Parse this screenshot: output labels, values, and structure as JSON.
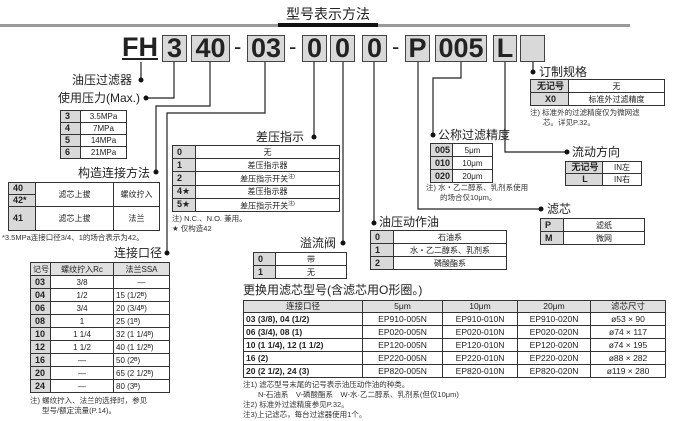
{
  "title": "型号表示方法",
  "code": {
    "prefix": "FH",
    "boxes": [
      "3",
      "40",
      "03",
      "0",
      "0",
      "0",
      "P",
      "005",
      "L",
      ""
    ],
    "dash": "-"
  },
  "labels": {
    "filter": "油压过滤器",
    "pressure": "使用压力(Max.)",
    "construction": "构造连接方法",
    "port": "连接口径",
    "diff": "差压指示",
    "relief": "溢流阀",
    "oil": "油压动作油",
    "element": "滤芯",
    "precision": "公称过滤精度",
    "flow": "流动方向",
    "custom": "订制规格"
  },
  "pressure": [
    [
      "3",
      "3.5MPa"
    ],
    [
      "4",
      "7MPa"
    ],
    [
      "5",
      "14MPa"
    ],
    [
      "6",
      "21MPa"
    ]
  ],
  "construction": {
    "rows": [
      [
        "40",
        "42*",
        "滤芯上拔",
        "螺纹拧入"
      ],
      [
        "41",
        "",
        "滤芯上拔",
        "法兰"
      ]
    ],
    "note": "*3.5MPa连接口径3/4、1的场合表示为42。"
  },
  "port": {
    "headers": [
      "记号",
      "螺纹拧入Rc",
      "法兰SSA"
    ],
    "rows": [
      [
        "03",
        "3/8",
        "—"
      ],
      [
        "04",
        "1/2",
        "15 (1/2ᴮ)"
      ],
      [
        "06",
        "3/4",
        "20 (3/4ᴮ)"
      ],
      [
        "08",
        "1",
        "25 (1ᴮ)"
      ],
      [
        "10",
        "1 1/4",
        "32 (1 1/4ᴮ)"
      ],
      [
        "12",
        "1 1/2",
        "40 (1 1/2ᴮ)"
      ],
      [
        "16",
        "—",
        "50 (2ᴮ)"
      ],
      [
        "20",
        "—",
        "65 (2 1/2ᴮ)"
      ],
      [
        "24",
        "—",
        "80 (3ᴮ)"
      ]
    ],
    "note1": "注) 螺纹拧入、法兰的选择时，参见",
    "note2": "型号/额定流量(P.14)。"
  },
  "diff": {
    "rows": [
      [
        "0",
        "无"
      ],
      [
        "1",
        "差压指示器"
      ],
      [
        "2",
        "差压指示开关"
      ],
      [
        "4★",
        "差压指示器"
      ],
      [
        "5★",
        "差压指示开关"
      ]
    ],
    "mark": "注)",
    "note1": "注) N.C.、N.O. 兼用。",
    "note2": "★ 仅构造42"
  },
  "relief": [
    [
      "0",
      "带"
    ],
    [
      "1",
      "无"
    ]
  ],
  "oil": [
    [
      "0",
      "石油系"
    ],
    [
      "1",
      "水・乙二醇系、乳剂系"
    ],
    [
      "2",
      "磷酸酯系"
    ]
  ],
  "element": [
    [
      "P",
      "滤纸"
    ],
    [
      "M",
      "微网"
    ]
  ],
  "precision": {
    "rows": [
      [
        "005",
        "5μm"
      ],
      [
        "010",
        "10μm"
      ],
      [
        "020",
        "20μm"
      ]
    ],
    "note1": "注) 水・乙二醇系、乳剂系使用",
    "note2": "的场合仅10μm。"
  },
  "flow": [
    [
      "无记号",
      "IN左"
    ],
    [
      "L",
      "IN右"
    ]
  ],
  "custom": {
    "rows": [
      [
        "无记号",
        "无"
      ],
      [
        "X0",
        "标准外过滤精度"
      ]
    ],
    "note1": "注) 标准外的过滤精度仅为微网滤",
    "note2": "芯。详见P.32。"
  },
  "replace": {
    "title": "更换用滤芯型号(含滤芯用O形圈。)",
    "headers": [
      "连接口径",
      "5μm",
      "10μm",
      "20μm",
      "滤芯尺寸"
    ],
    "rows": [
      [
        "03 (3/8), 04 (1/2)",
        "EP910-005N",
        "EP910-010N",
        "EP910-020N",
        "ø53 × 90"
      ],
      [
        "06 (3/4), 08 (1)",
        "EP020-005N",
        "EP020-010N",
        "EP020-020N",
        "ø74 × 117"
      ],
      [
        "10 (1 1/4), 12 (1 1/2)",
        "EP120-005N",
        "EP120-010N",
        "EP120-020N",
        "ø74 × 195"
      ],
      [
        "16 (2)",
        "EP220-005N",
        "EP220-010N",
        "EP220-020N",
        "ø88 × 282"
      ],
      [
        "20 (2 1/2), 24 (3)",
        "EP820-005N",
        "EP820-010N",
        "EP820-020N",
        "ø119 × 280"
      ]
    ],
    "notes": [
      "注1) 滤芯型号末尾的记号表示油压动作油的种类。",
      "N-石油系　V-磷酸酯系　W-水·乙二醇系、乳剂系(但仅10μm)",
      "注2) 标准外过滤精度参见P.32。",
      "注3)上记滤芯，每台过滤器使用1个。"
    ]
  }
}
